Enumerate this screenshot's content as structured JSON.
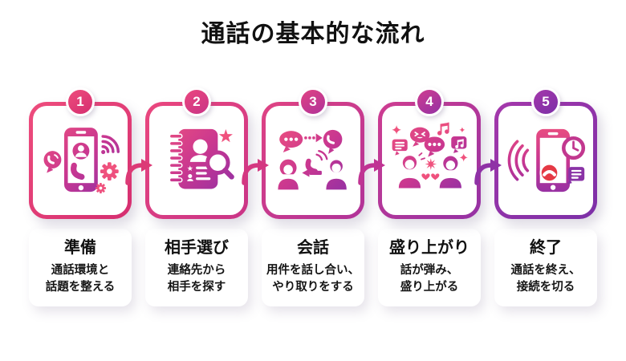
{
  "header": {
    "title": "通話の基本的な流れ"
  },
  "steps": [
    {
      "number": "1",
      "label": "準備",
      "desc_lines": [
        "通話環境と",
        "話題を整える"
      ],
      "icon": "phone-setup-icon",
      "gradient_start": "#ee4d7d",
      "gradient_end": "#d52e70"
    },
    {
      "number": "2",
      "label": "相手選び",
      "desc_lines": [
        "連絡先から",
        "相手を探す"
      ],
      "icon": "contact-book-icon",
      "gradient_start": "#ea477e",
      "gradient_end": "#c93487"
    },
    {
      "number": "3",
      "label": "会話",
      "desc_lines": [
        "用件を話し合い、",
        "やり取りをする"
      ],
      "icon": "conversation-icon",
      "gradient_start": "#e04383",
      "gradient_end": "#b03299"
    },
    {
      "number": "4",
      "label": "盛り上がり",
      "desc_lines": [
        "話が弾み、",
        "盛り上がる"
      ],
      "icon": "lively-talk-icon",
      "gradient_start": "#cf3d90",
      "gradient_end": "#9431a4"
    },
    {
      "number": "5",
      "label": "終了",
      "desc_lines": [
        "通話を終え、",
        "接続を切る"
      ],
      "icon": "end-call-icon",
      "gradient_start": "#a438ab",
      "gradient_end": "#7c2fa7"
    }
  ],
  "arrows": [
    {
      "color": "#dc3a76"
    },
    {
      "color": "#d43781"
    },
    {
      "color": "#c03493"
    },
    {
      "color": "#8f32a6"
    }
  ],
  "colors": {
    "accent_pink": "#e8497c",
    "accent_purple": "#8a2fa8",
    "hangup_red": "#e53945",
    "text": "#111111"
  }
}
